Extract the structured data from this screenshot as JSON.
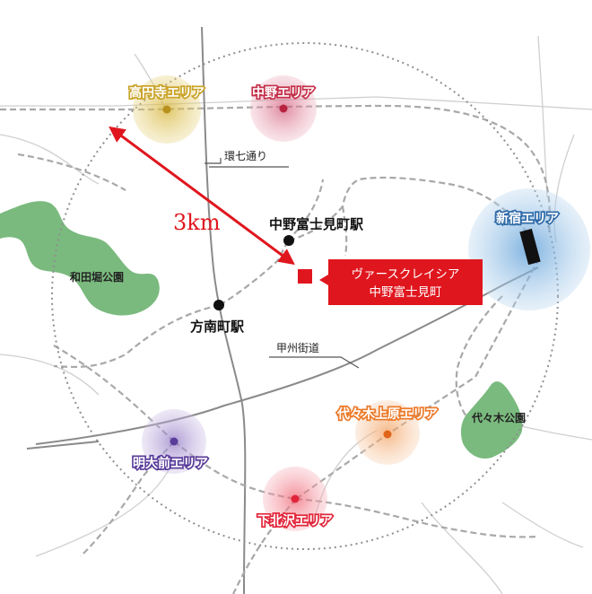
{
  "areas": {
    "koenji": "高円寺エリア",
    "nakano": "中野エリア",
    "shinjuku": "新宿エリア",
    "meidaimae": "明大前エリア",
    "yoyogiuehara": "代々木上原エリア",
    "shimokitazawa": "下北沢エリア"
  },
  "stations": {
    "nakano_fujimicho": "中野富士見町駅",
    "honancho": "方南町駅"
  },
  "roads": {
    "kannana": "環七通り",
    "koshu": "甲州街道"
  },
  "parks": {
    "wadabori": "和田堀公園",
    "yoyogi": "代々木公園"
  },
  "distance_label": "3km",
  "property": {
    "line1": "ヴァースクレイシア",
    "line2": "中野富士見町"
  },
  "colors": {
    "accent_red": "#e0161e",
    "koenji": "#c9a227",
    "nakano": "#c4304a",
    "shinjuku": "#3a86c8",
    "meidaimae": "#5a3d9a",
    "yoyogiuehara": "#ec7a2a",
    "shimokitazawa": "#e2253a",
    "park_green": "#7aba7e"
  }
}
